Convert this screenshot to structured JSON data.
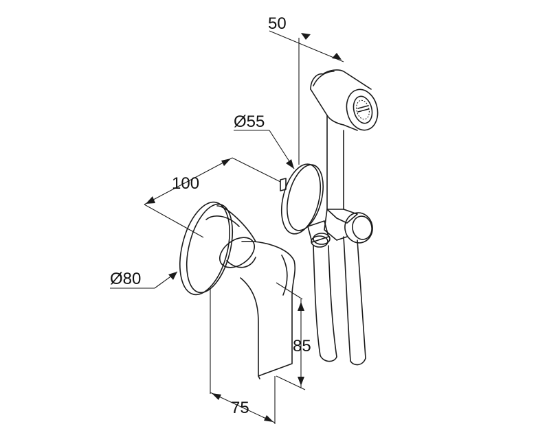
{
  "dimensions": {
    "d50": "50",
    "d55": "Ø55",
    "d100": "100",
    "d80": "Ø80",
    "d85": "85",
    "d75": "75"
  },
  "colors": {
    "line": "#1a1a1a",
    "background": "#ffffff"
  }
}
